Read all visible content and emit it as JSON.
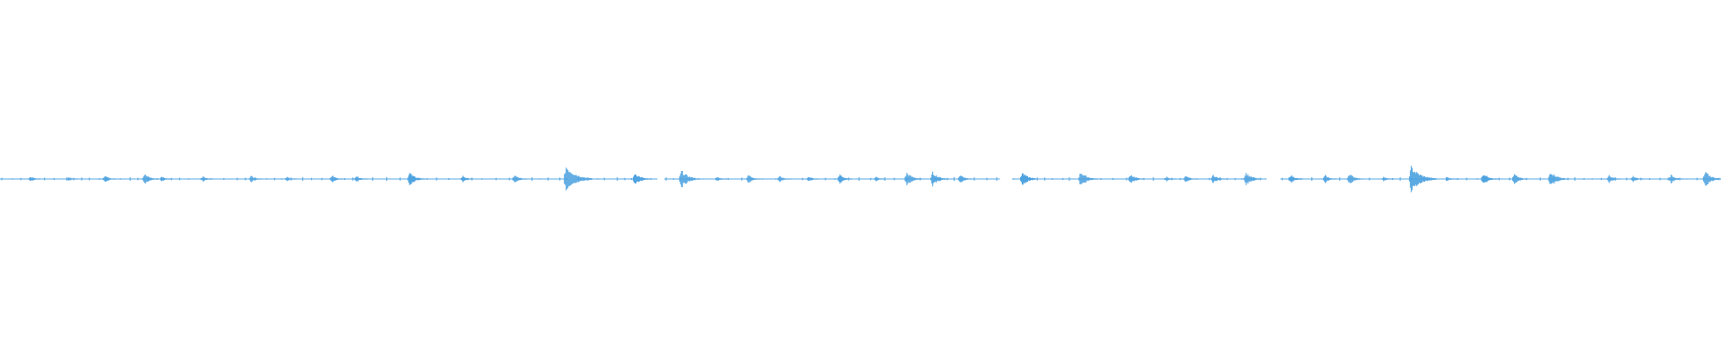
{
  "waveform": {
    "color": "#4fa3e0",
    "background": "#ffffff",
    "amplitude_max": 1.0,
    "baseline_segments": [
      [
        0.0,
        0.33
      ],
      [
        0.335,
        0.382
      ],
      [
        0.386,
        0.581
      ],
      [
        0.588,
        0.736
      ],
      [
        0.744,
        0.904
      ],
      [
        0.91,
        1.0
      ]
    ],
    "transients": [
      {
        "pos": 0.018,
        "amp": 0.18
      },
      {
        "pos": 0.04,
        "amp": 0.14
      },
      {
        "pos": 0.061,
        "amp": 0.26
      },
      {
        "pos": 0.084,
        "amp": 0.36
      },
      {
        "pos": 0.094,
        "amp": 0.18
      },
      {
        "pos": 0.118,
        "amp": 0.2
      },
      {
        "pos": 0.146,
        "amp": 0.22
      },
      {
        "pos": 0.167,
        "amp": 0.16
      },
      {
        "pos": 0.193,
        "amp": 0.26
      },
      {
        "pos": 0.207,
        "amp": 0.24
      },
      {
        "pos": 0.238,
        "amp": 0.44
      },
      {
        "pos": 0.269,
        "amp": 0.22
      },
      {
        "pos": 0.299,
        "amp": 0.28
      },
      {
        "pos": 0.329,
        "amp": 0.92
      },
      {
        "pos": 0.369,
        "amp": 0.42
      },
      {
        "pos": 0.396,
        "amp": 0.58
      },
      {
        "pos": 0.417,
        "amp": 0.16
      },
      {
        "pos": 0.435,
        "amp": 0.3
      },
      {
        "pos": 0.453,
        "amp": 0.22
      },
      {
        "pos": 0.47,
        "amp": 0.18
      },
      {
        "pos": 0.488,
        "amp": 0.3
      },
      {
        "pos": 0.509,
        "amp": 0.16
      },
      {
        "pos": 0.527,
        "amp": 0.44
      },
      {
        "pos": 0.542,
        "amp": 0.46
      },
      {
        "pos": 0.558,
        "amp": 0.3
      },
      {
        "pos": 0.594,
        "amp": 0.46
      },
      {
        "pos": 0.628,
        "amp": 0.5
      },
      {
        "pos": 0.657,
        "amp": 0.34
      },
      {
        "pos": 0.678,
        "amp": 0.16
      },
      {
        "pos": 0.689,
        "amp": 0.22
      },
      {
        "pos": 0.705,
        "amp": 0.3
      },
      {
        "pos": 0.724,
        "amp": 0.44
      },
      {
        "pos": 0.75,
        "amp": 0.3
      },
      {
        "pos": 0.77,
        "amp": 0.26
      },
      {
        "pos": 0.784,
        "amp": 0.38
      },
      {
        "pos": 0.804,
        "amp": 0.16
      },
      {
        "pos": 0.82,
        "amp": 0.86
      },
      {
        "pos": 0.841,
        "amp": 0.16
      },
      {
        "pos": 0.862,
        "amp": 0.4
      },
      {
        "pos": 0.88,
        "amp": 0.34
      },
      {
        "pos": 0.901,
        "amp": 0.54
      },
      {
        "pos": 0.935,
        "amp": 0.26
      },
      {
        "pos": 0.949,
        "amp": 0.2
      },
      {
        "pos": 0.971,
        "amp": 0.3
      },
      {
        "pos": 0.991,
        "amp": 0.5
      }
    ]
  }
}
